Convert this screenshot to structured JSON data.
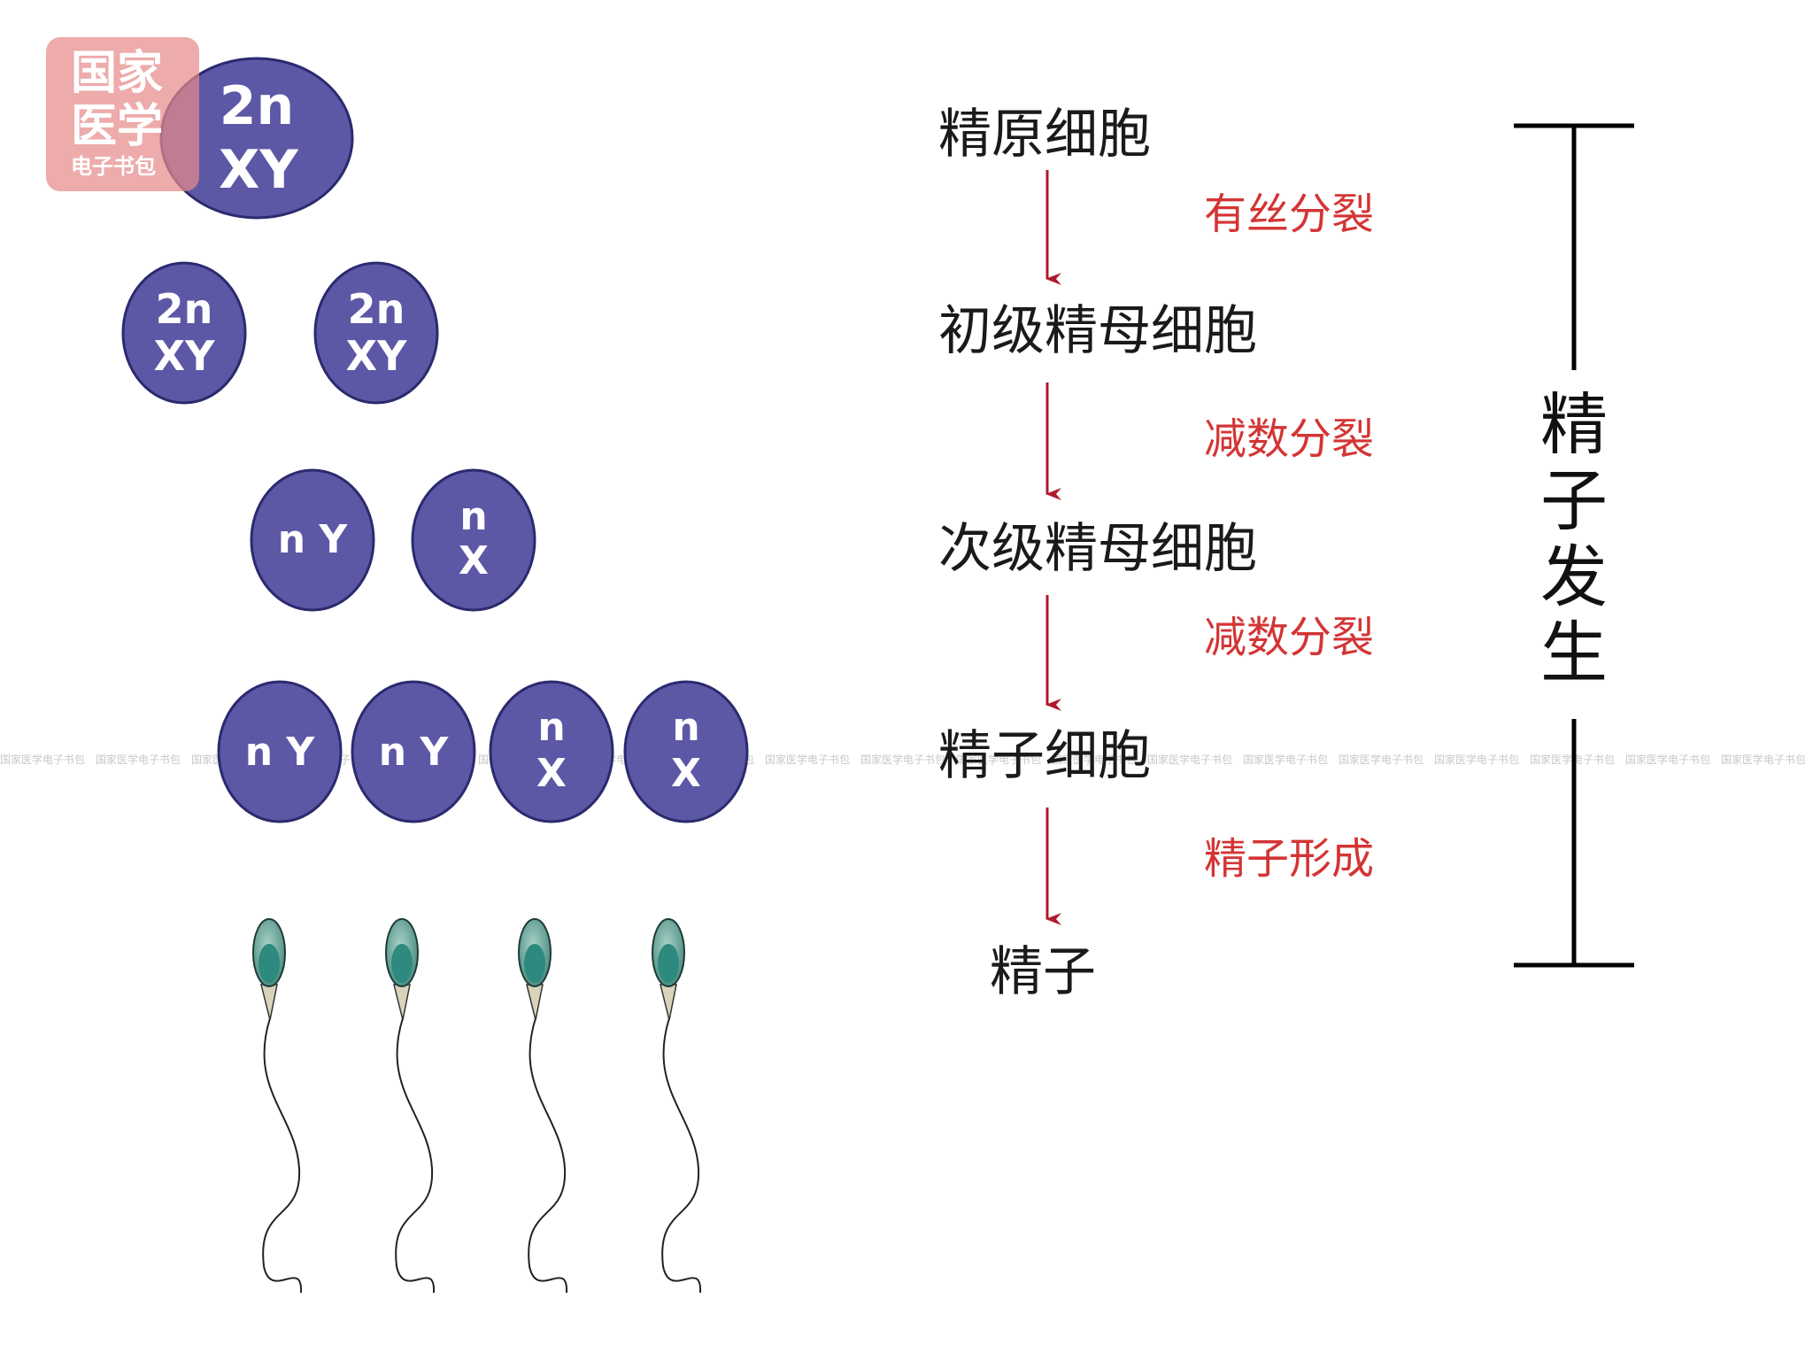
{
  "watermark": {
    "line1": "国家",
    "line2": "医学",
    "line3": "电子书包",
    "strip_text": "国家医学电子书包"
  },
  "cells": {
    "spermatogonium": {
      "ploidy": "2n",
      "sex": "XY"
    },
    "primary": [
      {
        "ploidy": "2n",
        "sex": "XY"
      },
      {
        "ploidy": "2n",
        "sex": "XY"
      }
    ],
    "secondary": [
      {
        "label": "n Y"
      },
      {
        "ploidy": "n",
        "sex": "X"
      }
    ],
    "spermatids": [
      {
        "label": "n Y"
      },
      {
        "label": "n Y"
      },
      {
        "ploidy": "n",
        "sex": "X"
      },
      {
        "ploidy": "n",
        "sex": "X"
      }
    ]
  },
  "stages": [
    "精原细胞",
    "初级精母细胞",
    "次级精母细胞",
    "精子细胞",
    "精子"
  ],
  "processes": [
    "有丝分裂",
    "减数分裂",
    "减数分裂",
    "精子形成"
  ],
  "bracket_label": [
    "精",
    "子",
    "发",
    "生"
  ],
  "colors": {
    "cell_fill": "#5c58a6",
    "cell_stroke": "#2c2a6e",
    "arrow": "#b0182e",
    "process_text": "#d43434",
    "sperm_head": "#6fa89e",
    "sperm_nucleus": "#2e8a7e"
  }
}
